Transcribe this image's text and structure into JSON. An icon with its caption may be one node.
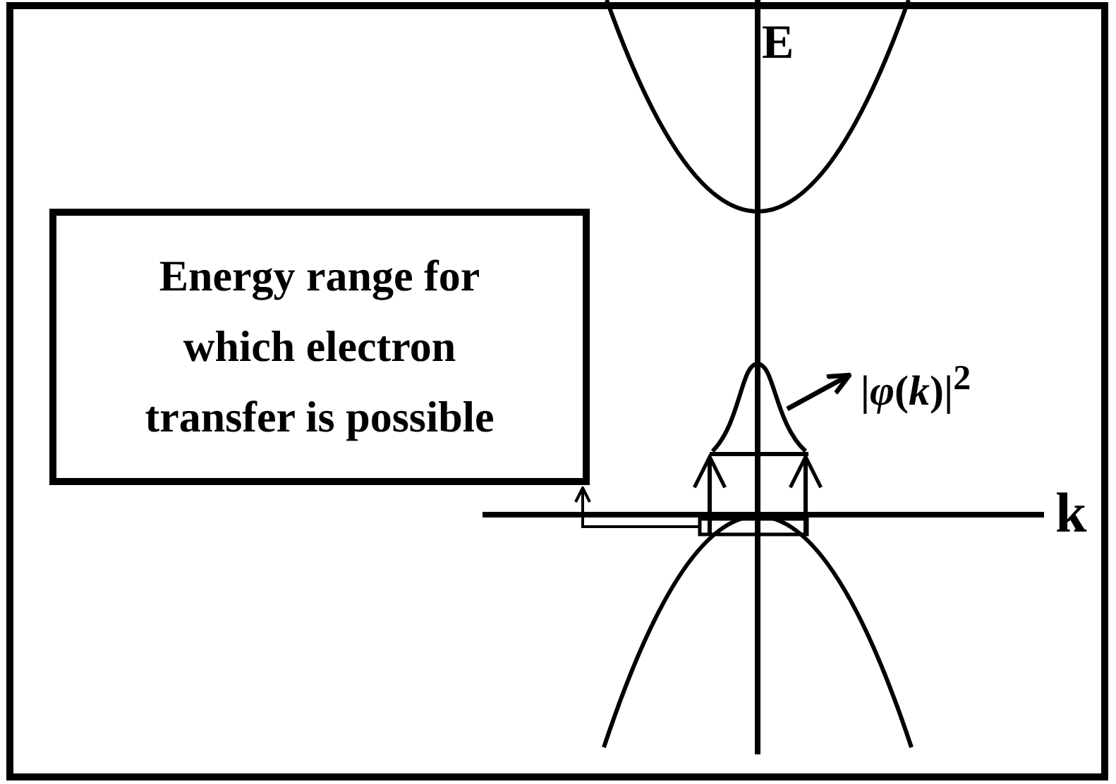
{
  "diagram": {
    "nodes": [
      {
        "text": [
          "Energy range for which electron transfer is possible"
        ]
      },
      {
        "text": [],
        "shape": "bar"
      },
      {
        "text": [
          "|*φ*(*k*)|$^{2}$"
        ]
      },
      {
        "text": [],
        "shape": "curve"
      }
    ],
    "edges": [
      {
        "from": 1,
        "to": 0,
        "arrow": "to"
      },
      {
        "from": 1,
        "to": 3,
        "arrow": "to"
      },
      {
        "from": 1,
        "to": 3,
        "arrow": "to"
      },
      {
        "from": 3,
        "to": 2,
        "arrow": "to"
      }
    ],
    "labels": [
      "E",
      "k"
    ]
  }
}
